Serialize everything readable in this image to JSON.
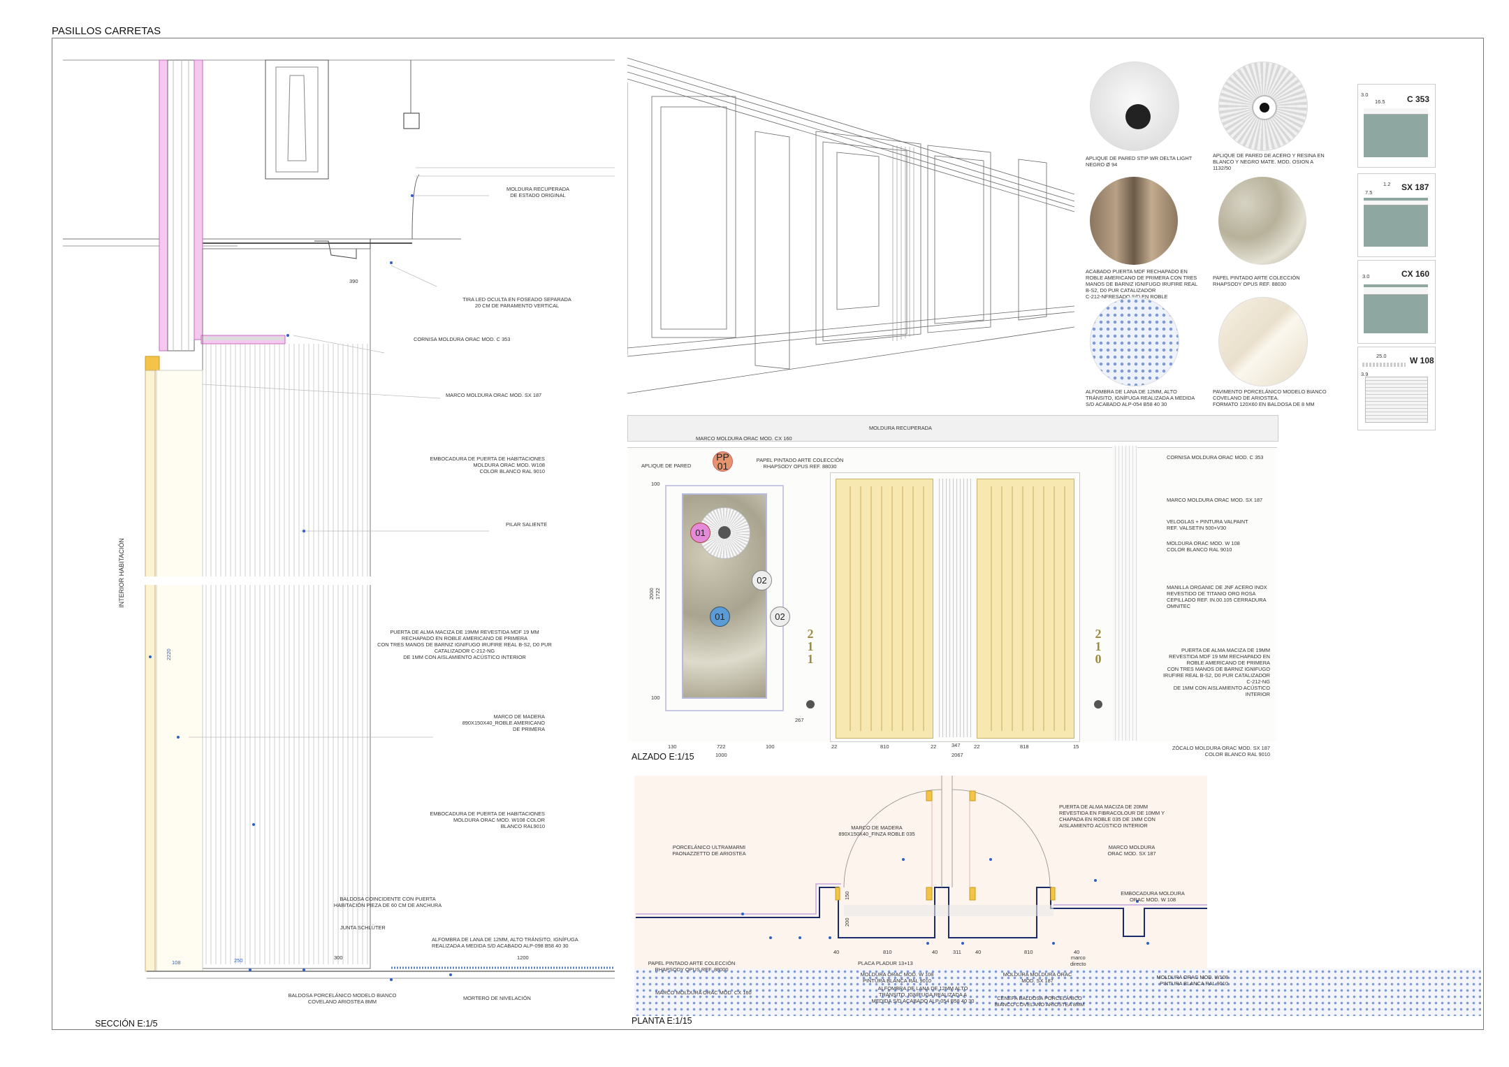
{
  "header": {
    "title": "PASILLOS CARRETAS"
  },
  "section": {
    "title": "SECCIÓN E:1/5",
    "vertical_label": "INTERIOR HABITACIÓN",
    "dims": {
      "d390": "390",
      "d2220": "2220",
      "d108": "108",
      "d250": "250",
      "d300": "300",
      "d1200": "1200"
    },
    "notes": {
      "moldura_recuperada": "MOLDURA RECUPERADA\nDE ESTADO ORIGINAL",
      "tira_led": "TIRA LED OCULTA EN FOSEADO SEPARADA\n20 CM DE PARAMENTO VERTICAL",
      "cornisa": "CORNISA MOLDURA ORAC MOD. C 353",
      "marco_sx": "MARCO MOLDURA ORAC MOD. SX 187",
      "embocadura1": "EMBOCADURA DE PUERTA DE HABITACIONES\nMOLDURA ORAC MOD. W108\nCOLOR BLANCO RAL 9010",
      "pilar": "PILAR SALIENTE",
      "puerta": "PUERTA DE ALMA MACIZA DE 19MM REVESTIDA MDF 19 MM\nRECHAPADO EN ROBLE AMERICANO DE PRIMERA\nCON TRES MANOS DE BARNIZ IGNIFUGO IRUFIRE REAL B-S2, D0 PUR\nCATALIZADOR C-212-NG\nDE 1MM CON AISLAMIENTO ACÚSTICO INTERIOR",
      "marco_madera": "MARCO DE MADERA\n890X150X40_ROBLE AMERICANO\nDE PRIMERA",
      "embocadura2": "EMBOCADURA DE PUERTA DE HABITACIONES\nMOLDURA ORAC MOD. W108 COLOR\nBLANCO RAL9010",
      "baldosa_coincidente": "BALDOSA COINCIDENTE CON PUERTA\nHABITACIÓN PIEZA DE 60 CM  DE ANCHURA",
      "junta": "JUNTA SCHLÜTER",
      "alfombra": "ALFOMBRA DE LANA DE 12MM, ALTO TRÁNSITO, IGNÍFUGA\nREALIZADA A MEDIDA S/D ACABADO ALP-098 B58 40 30",
      "baldosa_porcelanico": "BALDOSA PORCELÁNICO MODELO BIANCO\nCOVELANO ARIOSTEA 8mm",
      "mortero": "MORTERO DE NIVELACIÓN"
    }
  },
  "materials": [
    {
      "id": "m1",
      "label": "APLIQUE DE PARED STIP WR DELTA LIGHT\nNEGRO Ø 94"
    },
    {
      "id": "m2",
      "label": "APLIQUE DE PARED DE ACERO Y RESINA EN\nBLANCO Y NEGRO MATE. MOD. OSION A\n1132/50"
    },
    {
      "id": "m3",
      "label": "ACABADO PUERTA MDF RECHAPADO EN\nROBLE AMERICANO DE PRIMERA CON TRES\nMANOS DE BARNIZ IGNIFUGO IRUFIRE REAL\nB-S2, D0 PUR CATALIZADOR\nC-212-NFRESADO S/D EN ROBLE"
    },
    {
      "id": "m4",
      "label": "PAPEL PINTADO ARTE COLECCIÓN\nRHAPSODY OPUS REF. 88030"
    },
    {
      "id": "m5",
      "label": "ALFOMBRA DE LANA DE 12MM, ALTO\nTRÁNSITO, IGNÍFUGA REALIZADA A MEDIDA\nS/D ACABADO ALP-054 B58 40 30"
    },
    {
      "id": "m6",
      "label": "PAVIMENTO PORCELÁNICO MODELO BIANCO\nCOVELANO DE ARIOSTEA.\nFORMATO 120X60 EN BALDOSA DE 8 MM"
    }
  ],
  "profiles": [
    {
      "name": "C 353",
      "d1": "3.0",
      "d2": "16.5"
    },
    {
      "name": "SX 187",
      "d1": "7.5",
      "d2": "1.2"
    },
    {
      "name": "CX 160",
      "d1": "3.0",
      "d2": ""
    },
    {
      "name": "W 108",
      "d1": "25.0",
      "d2": "3.9"
    }
  ],
  "alzado": {
    "title": "ALZADO E:1/15",
    "top_note": "MOLDURA RECUPERADA",
    "notes": {
      "marco_cx": "MARCO MOLDURA ORAC MOD. CX 160",
      "aplique": "APLIQUE DE PARED",
      "papel": "PAPEL PINTADO ARTE COLECCIÓN\nRHAPSODY OPUS REF. 88030",
      "cornisa": "CORNISA MOLDURA ORAC MOD. C 353",
      "marco_sx": "MARCO MOLDURA ORAC MOD. SX 187",
      "veloglas": "VELOGLAS + PINTURA VALPAINT\nREF. VALSETIN 500+V30",
      "moldura_w": "MOLDURA ORAC MOD. W 108\nCOLOR BLANCO RAL 9010",
      "manilla": "MANILLA ORGANIC DE JNF ACERO INOX\nREVESTIDO DE TITANIO ORO ROSA\nCEPILLADO REF. IN.00.105 CERRADURA\nOMNITEC",
      "puerta": "PUERTA DE ALMA MACIZA DE 19MM\nREVESTIDA MDF 19 MM RECHAPADO EN\nROBLE AMERICANO DE PRIMERA\nCON TRES MANOS DE BARNIZ IGNIFUGO\nIRUFIRE REAL B-S2, D0 PUR CATALIZADOR\nC-212-NG\nDE 1MM CON AISLAMIENTO ACÚSTICO\nINTERIOR",
      "zocalo": "ZÓCALO MOLDURA ORAC MOD. SX 187\nCOLOR BLANCO RAL 9010"
    },
    "tags": {
      "pp": "PP\n01",
      "t01a": "01",
      "t01b": "01",
      "t02a": "02",
      "t02b": "02"
    },
    "room_numbers": [
      "2\n1\n1",
      "2\n1\n0"
    ],
    "dims": {
      "d100a": "100",
      "d2000": "2000\n1722",
      "d100b": "100",
      "d267": "267",
      "d130": "130",
      "d722": "722",
      "d100c": "100",
      "d1000": "1000",
      "d22a": "22",
      "d810": "810",
      "d22b": "22",
      "d347": "347",
      "d22c": "22",
      "d818": "818",
      "d15": "15",
      "d2067": "2067"
    }
  },
  "planta": {
    "title": "PLANTA E:1/15",
    "notes": {
      "marco_madera": "MARCO DE MADERA\n890X150X40_FINZA ROBLE 035",
      "porcelanico": "PORCELÁNICO ULTRAMARMI\nPAONAZZETTO DE ARIOSTEA",
      "puerta": "PUERTA DE ALMA MACIZA DE 20MM\nREVESTIDA EN FIBRACOLOUR DE 10MM Y\nCHAPADA EN ROBLE 035 DE 1MM CON\nAISLAMIENTO ACÚSTICO INTERIOR",
      "marco_moldura": "MARCO MOLDURA\nORAC MOD. SX 187",
      "embocadura": "EMBOCADURA MOLDURA\nORAC MOD. W 108",
      "papel": "PAPEL PINTADO ARTE COLECCIÓN\nRHAPSODY OPUS REF. 88000",
      "placa": "PLACA PLADUR 13+13",
      "marco_cx": "MARCO MOLDURA ORAC MOD. CX 160",
      "moldura_w": "MOLDURA ORAC MOD. W 108\nPINTURA BLANCA RAL 9010",
      "alfombra": "ALFOMBRA DE LANA DE 12MM ALTO\nTRÁNSITO, IGNÍFUGA REALIZADA A\nMEDIDA S/D ACABADO ALP-054 B58 40 30",
      "moldura_sx": "MOLDURA MOLDURA ORAC\nMOD. SX 187",
      "cenefa": "CENEFA BALDOSA PORCELÁNICO\nBIANCO COVELANO ARIOSTEA 8mm",
      "moldura_w2": "MOLDURA ORAC MOD. W108\nPINTURA BLANCA RAL 9010"
    },
    "dims": {
      "d40a": "40",
      "d810a": "810",
      "d40b": "40",
      "d311": "311",
      "d40c": "40",
      "d810b": "810",
      "d40d": "40",
      "marco": "marco\ndirecto",
      "d150": "150",
      "d200": "200"
    }
  },
  "colors": {
    "door": "#f6e8b0",
    "pink": "#e58ad9",
    "blue_tag": "#5b9bd8",
    "orange_tag": "#e6936e",
    "floor_dots": "#5b7fc4"
  }
}
